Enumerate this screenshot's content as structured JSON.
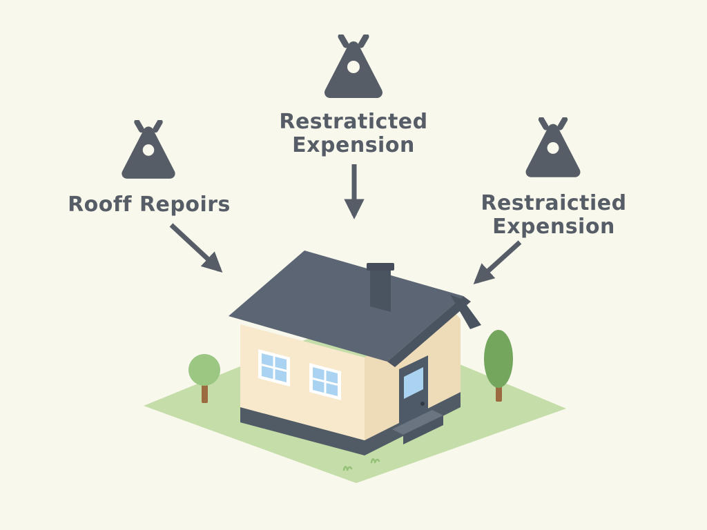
{
  "background": "#f8f8ed",
  "palette": {
    "background": "#f8f8ed",
    "ink": "#565d67",
    "roof": "#5b6573",
    "roof_dark": "#4a5460",
    "base": "#515b66",
    "wall_front": "#f8e9cd",
    "wall_side": "#eedbb8",
    "window": "#a9d3f1",
    "door": "#4e5a68",
    "lawn": "#c5dda8",
    "tree_light": "#9cc783",
    "tree_dark": "#74a65e",
    "trunk": "#9b6a41"
  },
  "labels": {
    "left": {
      "lines": [
        "Rooff Repoirs"
      ]
    },
    "top": {
      "lines": [
        "Restraticted",
        "Expension"
      ]
    },
    "right": {
      "lines": [
        "Restraictied",
        "Expension"
      ]
    }
  },
  "icons": {
    "left": "padlock-icon",
    "top": "padlock-icon",
    "right": "padlock-icon"
  }
}
